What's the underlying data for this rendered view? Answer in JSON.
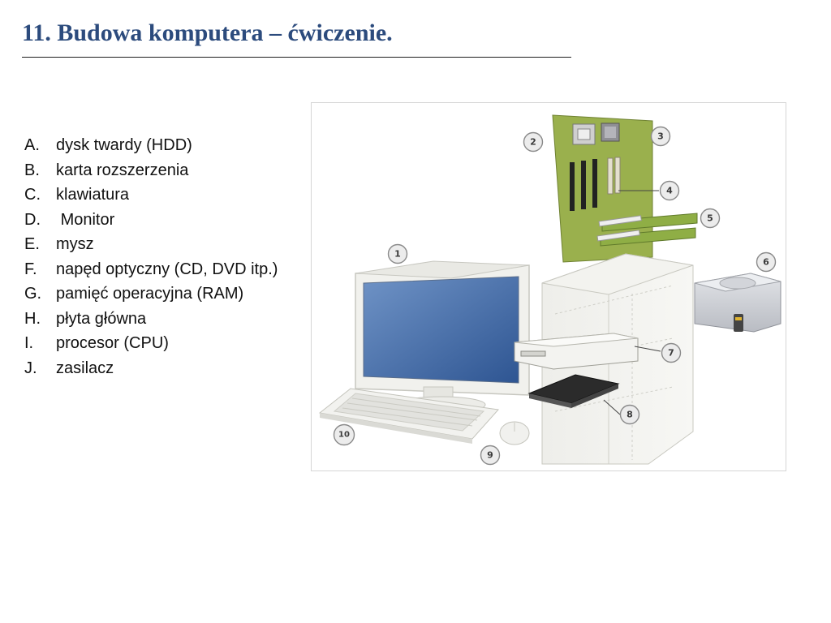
{
  "slide": {
    "title": "11. Budowa komputera – ćwiczenie.",
    "items": [
      {
        "letter": "A.",
        "text": "dysk twardy (HDD)"
      },
      {
        "letter": "B.",
        "text": "karta rozszerzenia"
      },
      {
        "letter": "C.",
        "text": "klawiatura"
      },
      {
        "letter": "D.",
        "text": " Monitor"
      },
      {
        "letter": "E.",
        "text": "mysz"
      },
      {
        "letter": "F.",
        "text": "napęd optyczny (CD, DVD itp.)"
      },
      {
        "letter": "G.",
        "text": "pamięć operacyjna (RAM)"
      },
      {
        "letter": "H.",
        "text": "płyta główna"
      },
      {
        "letter": "I.",
        "text": "procesor (CPU)"
      },
      {
        "letter": "J.",
        "text": "zasilacz"
      }
    ]
  },
  "figure": {
    "callouts": [
      "1",
      "2",
      "3",
      "4",
      "5",
      "6",
      "7",
      "8",
      "9",
      "10"
    ]
  }
}
